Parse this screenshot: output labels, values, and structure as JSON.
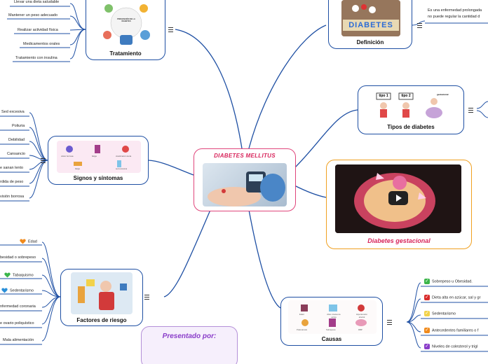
{
  "center": {
    "title": "DIABETES MELLITUS"
  },
  "tratamiento": {
    "title": "Tratamiento",
    "image_text": "PREVENCIÓN DE LA DIABETES",
    "items": [
      "Llevar una dieta saludable",
      "Mantener un peso adecuado",
      "Realizar actividad física",
      "Medicamentos orales",
      "Tratamiento con insulina"
    ]
  },
  "definicion": {
    "title": "Definición",
    "image_text": "DIABETES",
    "text_line1": "Es una enfermedad prolongada",
    "text_line2": "no puede regular la cantidad d"
  },
  "tipos": {
    "title": "Tipos de diabetes",
    "tipo1": "tipo 1",
    "tipo2": "tipo 2",
    "gest": "gestacional"
  },
  "signos": {
    "title": "Signos y síntomas",
    "items": [
      "Sed excesiva",
      "Poliuria",
      "Debilidad",
      "Cansancio",
      "e sanan lento",
      "rdida de peso",
      "visión borrosa"
    ],
    "img_labels": [
      "visión borrosa",
      "fatiga",
      "fatiga",
      "cicatrización lenta",
      "sed excesiva"
    ]
  },
  "gestacional": {
    "title": "Diabetes gestacional"
  },
  "factores": {
    "title": "Factores de riesgo",
    "items": [
      "Edad",
      "besidad o sobrepeso",
      "Tabaquismo",
      "Sedentarismo",
      "nfermedad coronaria",
      "e ovario poliquístico",
      "Mala alimentación"
    ]
  },
  "causas": {
    "title": "Causas",
    "items": [
      "Sobrepeso u Obesidad.",
      "Dieta alta en azúcar, sal y gr",
      "Sedentarismo",
      "Antecedentes familiares o f",
      "Niveles de colesterol y trigl"
    ],
    "img_labels": [
      "Edad",
      "Altos niveles de estrés",
      "Hipertensión arterial",
      "Poliovarosis",
      "Sobrepeso",
      "DBP"
    ]
  },
  "presentado": {
    "title": "Presentado por:"
  },
  "colors": {
    "accent": "#1e4fa3",
    "center_border": "#e0457b",
    "center_title": "#d8265c",
    "gest_border": "#f0a020",
    "gest_title": "#d8265c",
    "presentado_border": "#b48fd8",
    "presentado_bg": "#f6effc"
  },
  "icons": [
    "play-icon",
    "check-icon",
    "heart-icon",
    "lines-icon"
  ]
}
